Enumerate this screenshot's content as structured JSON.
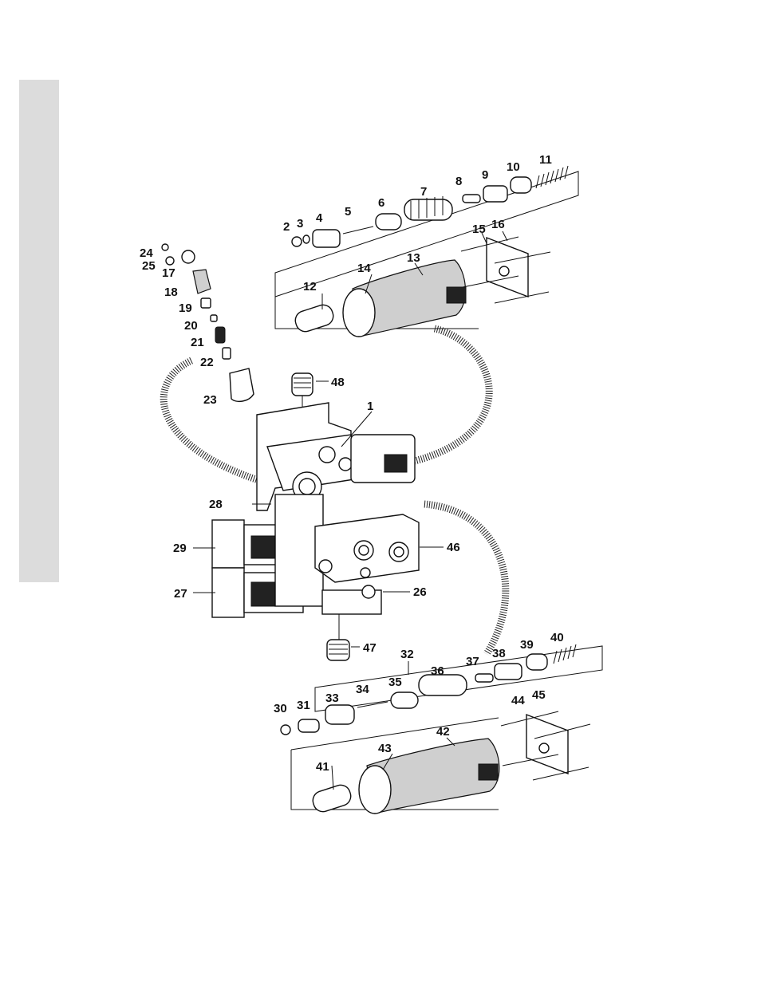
{
  "callouts": [
    {
      "id": "c1",
      "text": "1"
    },
    {
      "id": "c2",
      "text": "2"
    },
    {
      "id": "c3",
      "text": "3"
    },
    {
      "id": "c4",
      "text": "4"
    },
    {
      "id": "c5",
      "text": "5"
    },
    {
      "id": "c6",
      "text": "6"
    },
    {
      "id": "c7",
      "text": "7"
    },
    {
      "id": "c8",
      "text": "8"
    },
    {
      "id": "c9",
      "text": "9"
    },
    {
      "id": "c10",
      "text": "10"
    },
    {
      "id": "c11",
      "text": "11"
    },
    {
      "id": "c12",
      "text": "12"
    },
    {
      "id": "c13",
      "text": "13"
    },
    {
      "id": "c14",
      "text": "14"
    },
    {
      "id": "c15",
      "text": "15"
    },
    {
      "id": "c16",
      "text": "16"
    },
    {
      "id": "c17",
      "text": "17"
    },
    {
      "id": "c18",
      "text": "18"
    },
    {
      "id": "c19",
      "text": "19"
    },
    {
      "id": "c20",
      "text": "20"
    },
    {
      "id": "c21",
      "text": "21"
    },
    {
      "id": "c22",
      "text": "22"
    },
    {
      "id": "c23",
      "text": "23"
    },
    {
      "id": "c24",
      "text": "24"
    },
    {
      "id": "c25",
      "text": "25"
    },
    {
      "id": "c26",
      "text": "26"
    },
    {
      "id": "c27",
      "text": "27"
    },
    {
      "id": "c28",
      "text": "28"
    },
    {
      "id": "c29",
      "text": "29"
    },
    {
      "id": "c30",
      "text": "30"
    },
    {
      "id": "c31",
      "text": "31"
    },
    {
      "id": "c32",
      "text": "32"
    },
    {
      "id": "c33",
      "text": "33"
    },
    {
      "id": "c34",
      "text": "34"
    },
    {
      "id": "c35",
      "text": "35"
    },
    {
      "id": "c36",
      "text": "36"
    },
    {
      "id": "c37",
      "text": "37"
    },
    {
      "id": "c38",
      "text": "38"
    },
    {
      "id": "c39",
      "text": "39"
    },
    {
      "id": "c40",
      "text": "40"
    },
    {
      "id": "c41",
      "text": "41"
    },
    {
      "id": "c42",
      "text": "42"
    },
    {
      "id": "c43",
      "text": "43"
    },
    {
      "id": "c44",
      "text": "44"
    },
    {
      "id": "c45",
      "text": "45"
    },
    {
      "id": "c46",
      "text": "46"
    },
    {
      "id": "c47",
      "text": "47"
    },
    {
      "id": "c48",
      "text": "48"
    }
  ]
}
